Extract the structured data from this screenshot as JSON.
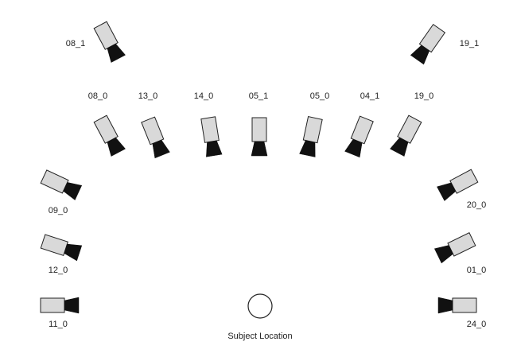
{
  "colors": {
    "camera_body": "#d9d9d9",
    "camera_lens": "#111111",
    "outline": "#222222",
    "subject_fill": "#ffffff"
  },
  "cameras": [
    {
      "id": "08_1",
      "label": "08_1"
    },
    {
      "id": "19_1",
      "label": "19_1"
    },
    {
      "id": "08_0",
      "label": "08_0"
    },
    {
      "id": "13_0",
      "label": "13_0"
    },
    {
      "id": "14_0",
      "label": "14_0"
    },
    {
      "id": "05_1",
      "label": "05_1"
    },
    {
      "id": "05_0",
      "label": "05_0"
    },
    {
      "id": "04_1",
      "label": "04_1"
    },
    {
      "id": "19_0",
      "label": "19_0"
    },
    {
      "id": "09_0",
      "label": "09_0"
    },
    {
      "id": "20_0",
      "label": "20_0"
    },
    {
      "id": "12_0",
      "label": "12_0"
    },
    {
      "id": "01_0",
      "label": "01_0"
    },
    {
      "id": "11_0",
      "label": "11_0"
    },
    {
      "id": "24_0",
      "label": "24_0"
    }
  ],
  "subject": {
    "label": "Subject Location"
  }
}
